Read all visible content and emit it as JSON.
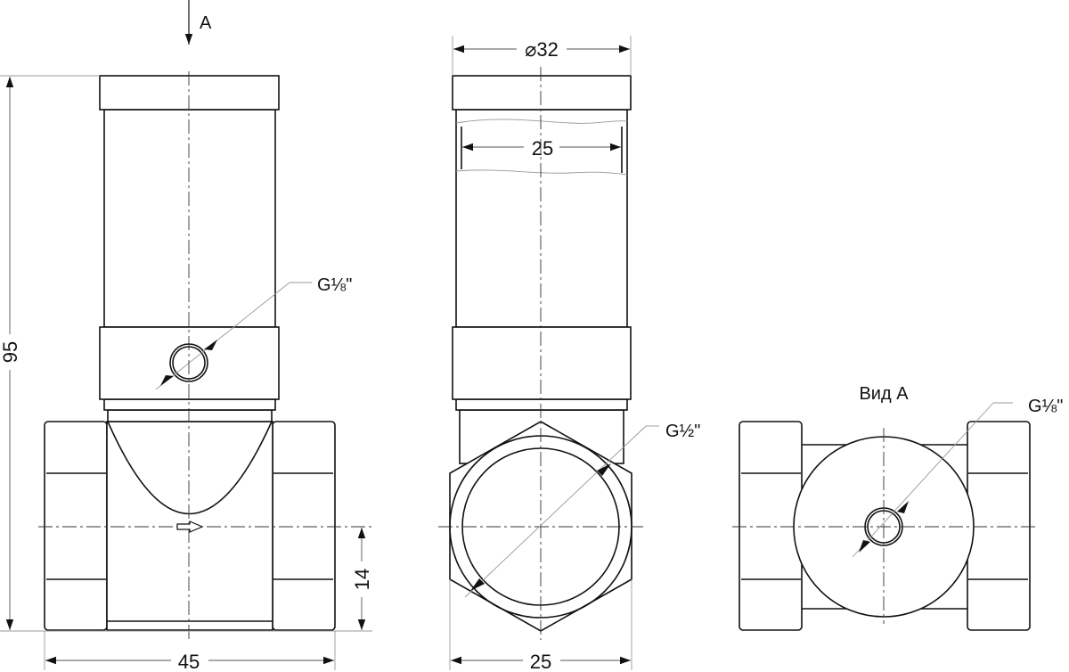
{
  "view_direction": {
    "label": "A"
  },
  "front_view": {
    "height_dim": "95",
    "width_dim": "45",
    "axis_offset_dim": "14",
    "port_thread": "G⅛\""
  },
  "side_view": {
    "diameter_dim": "⌀32",
    "inner_width_dim": "25",
    "width_dim": "25",
    "thread": "G½\""
  },
  "view_a": {
    "title": "Вид А",
    "port_thread": "G⅛\""
  },
  "colors": {
    "line": "#111111",
    "dimension": "#555555",
    "background": "#ffffff"
  }
}
